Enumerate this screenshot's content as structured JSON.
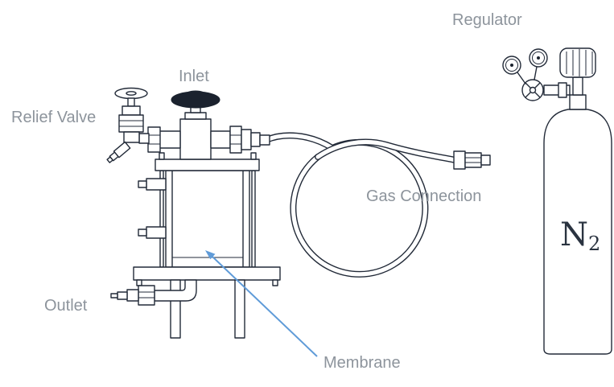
{
  "colors": {
    "line": "#222a38",
    "label_text": "#8d949c",
    "membrane_arrow": "#5f9bd8",
    "cylinder_text": "#2a3340"
  },
  "labels": {
    "regulator": "Regulator",
    "inlet": "Inlet",
    "relief_valve": "Relief Valve",
    "gas_connection": "Gas Connection",
    "outlet": "Outlet",
    "membrane": "Membrane"
  },
  "cylinder": {
    "gas_symbol": "N",
    "gas_subscript": "2"
  }
}
